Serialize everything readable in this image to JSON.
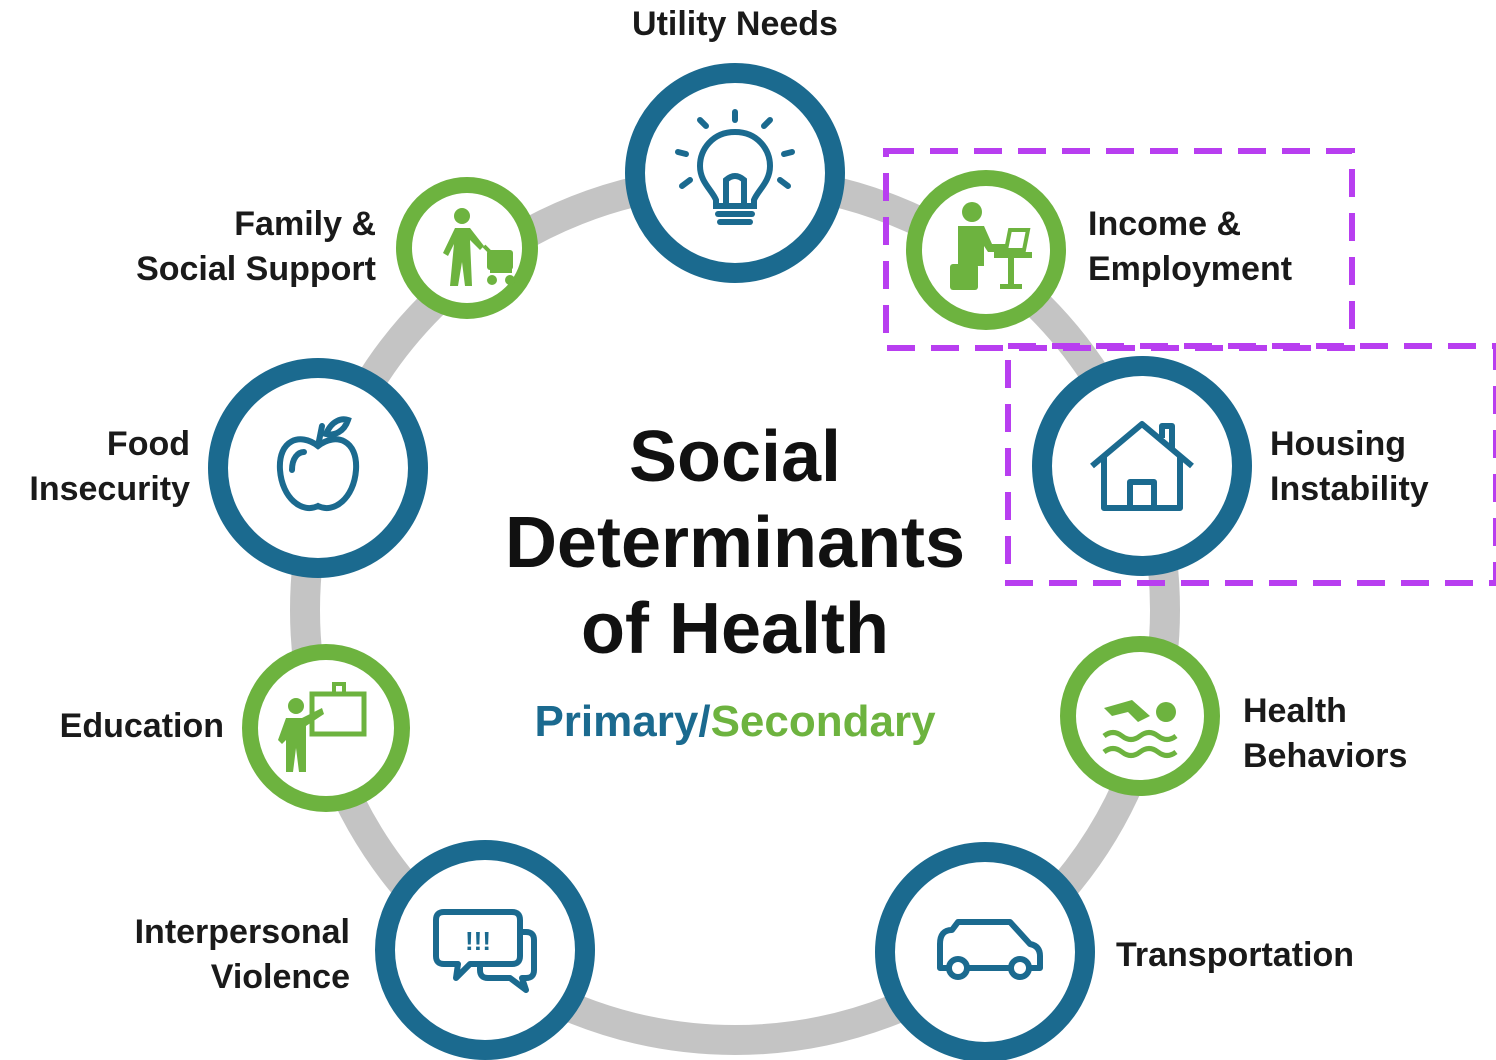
{
  "colors": {
    "primary": "#1b6a8f",
    "secondary": "#6db33f",
    "ring": "#c4c4c4",
    "highlight": "#b83ef0",
    "text": "#1a1a1a"
  },
  "title": {
    "line1": "Social",
    "line2": "Determinants",
    "line3": "of Health"
  },
  "legend": {
    "primary": "Primary",
    "separator": "/",
    "secondary": "Secondary"
  },
  "nodes": {
    "utility": {
      "label": "Utility Needs",
      "type": "primary",
      "icon": "lightbulb-icon"
    },
    "income": {
      "line1": "Income &",
      "line2": "Employment",
      "type": "secondary",
      "icon": "person-at-desk-icon"
    },
    "housing": {
      "line1": "Housing",
      "line2": "Instability",
      "type": "primary",
      "icon": "house-icon"
    },
    "health": {
      "line1": "Health",
      "line2": "Behaviors",
      "type": "secondary",
      "icon": "swimmer-icon"
    },
    "transportation": {
      "label": "Transportation",
      "type": "primary",
      "icon": "car-icon"
    },
    "violence": {
      "line1": "Interpersonal",
      "line2": "Violence",
      "type": "primary",
      "icon": "speech-bubbles-icon",
      "icon_text": "!!!"
    },
    "education": {
      "label": "Education",
      "type": "secondary",
      "icon": "teacher-board-icon"
    },
    "food": {
      "line1": "Food",
      "line2": "Insecurity",
      "type": "primary",
      "icon": "apple-icon"
    },
    "family": {
      "line1": "Family &",
      "line2": "Social Support",
      "type": "secondary",
      "icon": "parent-with-stroller-icon"
    }
  },
  "highlights": [
    "Income & Employment",
    "Housing Instability"
  ]
}
